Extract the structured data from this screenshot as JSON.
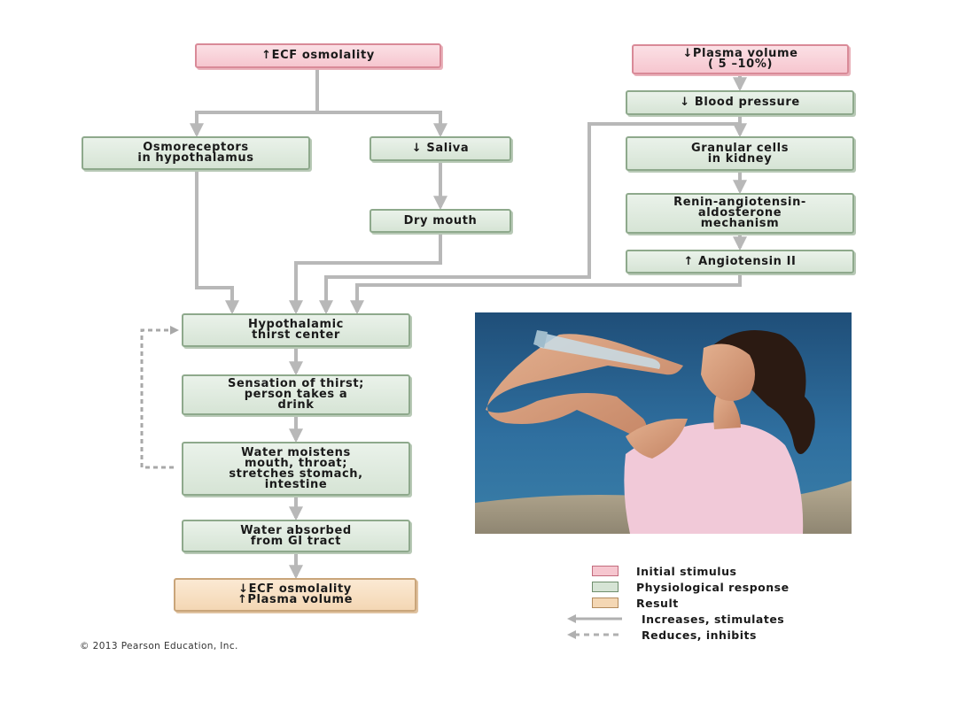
{
  "diagram": {
    "stimulus_ecf": "↑ECF osmolality",
    "stimulus_plasma": [
      "↓Plasma volume",
      "( 5 –10%)"
    ],
    "osmoreceptors": [
      "Osmoreceptors",
      "in hypothalamus"
    ],
    "saliva": "↓ Saliva",
    "dry_mouth": "Dry mouth",
    "blood_pressure": "↓ Blood pressure",
    "granular_cells": [
      "Granular cells",
      "in kidney"
    ],
    "raas": [
      "Renin-angiotensin-",
      "aldosterone",
      "mechanism"
    ],
    "angiotensin": "↑ Angiotensin II",
    "thirst_center": [
      "Hypothalamic",
      "thirst center"
    ],
    "sensation": [
      "Sensation of thirst;",
      "person takes a",
      "drink"
    ],
    "water_moistens": [
      "Water moistens",
      "mouth, throat;",
      "stretches stomach,",
      "intestine"
    ],
    "water_absorbed": [
      "Water absorbed",
      "from GI tract"
    ],
    "result": [
      "↓ECF osmolality",
      "↑Plasma volume"
    ]
  },
  "legend": {
    "initial_stimulus": "Initial stimulus",
    "physiological_response": "Physiological response",
    "result": "Result",
    "increases": "Increases, stimulates",
    "reduces": "Reduces, inhibits"
  },
  "copyright": "© 2013 Pearson Education, Inc.",
  "colors": {
    "stimulus": "#f6c6cf",
    "response": "#d6e4d5",
    "result": "#f4d7b4",
    "arrow": "#b8b8b8"
  }
}
